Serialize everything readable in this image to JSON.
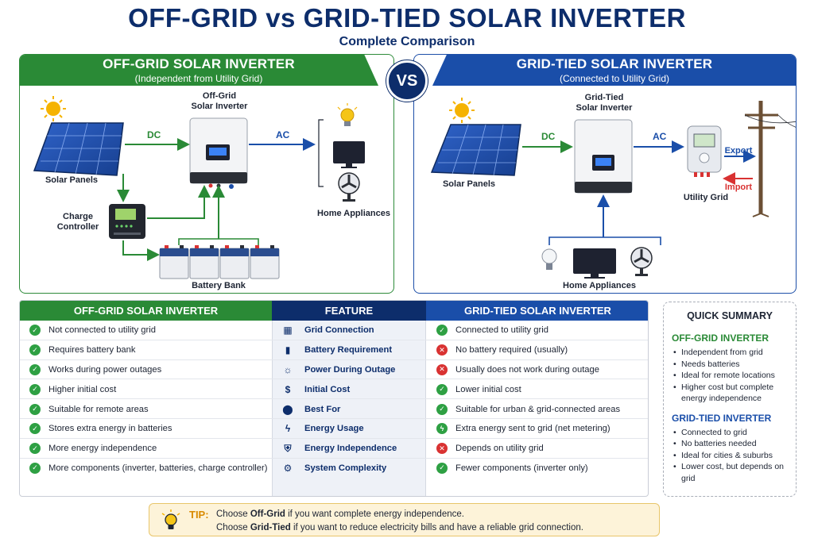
{
  "title": "OFF-GRID vs GRID-TIED SOLAR INVERTER",
  "subtitle": "Complete Comparison",
  "vs": "VS",
  "off_grid_panel": {
    "title": "OFF-GRID SOLAR INVERTER",
    "subtitle": "(Independent from Utility Grid)",
    "inverter_label_1": "Off-Grid",
    "inverter_label_2": "Solar Inverter",
    "solar_panels": "Solar Panels",
    "charge_controller_1": "Charge",
    "charge_controller_2": "Controller",
    "battery_bank": "Battery Bank",
    "home_appliances": "Home Appliances",
    "dc": "DC",
    "ac": "AC"
  },
  "grid_tied_panel": {
    "title": "GRID-TIED SOLAR INVERTER",
    "subtitle": "(Connected to Utility Grid)",
    "inverter_label_1": "Grid-Tied",
    "inverter_label_2": "Solar Inverter",
    "solar_panels": "Solar Panels",
    "utility_grid": "Utility Grid",
    "export": "Export",
    "import": "Import",
    "home_appliances": "Home Appliances",
    "dc": "DC",
    "ac": "AC"
  },
  "table": {
    "headers": {
      "off_grid": "OFF-GRID SOLAR INVERTER",
      "feature": "FEATURE",
      "grid_tied": "GRID-TIED SOLAR INVERTER"
    },
    "rows": [
      {
        "off_grid": "Not connected to utility grid",
        "feature": "Grid Connection",
        "feature_icon": "building-icon",
        "grid_tied": "Connected to utility grid",
        "grid_status": "check"
      },
      {
        "off_grid": "Requires battery bank",
        "feature": "Battery Requirement",
        "feature_icon": "battery-icon",
        "grid_tied": "No battery required (usually)",
        "grid_status": "cross"
      },
      {
        "off_grid": "Works during power outages",
        "feature": "Power During Outage",
        "feature_icon": "lightbulb-icon",
        "grid_tied": "Usually does not work during outage",
        "grid_status": "cross"
      },
      {
        "off_grid": "Higher initial cost",
        "feature": "Initial Cost",
        "feature_icon": "dollar-icon",
        "grid_tied": "Lower initial cost",
        "grid_status": "check"
      },
      {
        "off_grid": "Suitable for remote areas",
        "feature": "Best For",
        "feature_icon": "location-pin-icon",
        "grid_tied": "Suitable for urban & grid-connected areas",
        "grid_status": "check"
      },
      {
        "off_grid": "Stores extra energy in batteries",
        "feature": "Energy Usage",
        "feature_icon": "lightning-icon",
        "grid_tied": "Extra energy sent to grid (net metering)",
        "grid_status": "bolt"
      },
      {
        "off_grid": "More energy independence",
        "feature": "Energy Independence",
        "feature_icon": "shield-icon",
        "grid_tied": "Depends on utility grid",
        "grid_status": "cross"
      },
      {
        "off_grid": "More components (inverter, batteries, charge controller)",
        "feature": "System Complexity",
        "feature_icon": "gear-icon",
        "grid_tied": "Fewer components (inverter only)",
        "grid_status": "check"
      }
    ]
  },
  "summary": {
    "title": "QUICK SUMMARY",
    "off_grid_heading": "OFF-GRID INVERTER",
    "off_grid_points": [
      "Independent from grid",
      "Needs batteries",
      "Ideal for remote locations",
      "Higher cost but complete energy independence"
    ],
    "grid_tied_heading": "GRID-TIED INVERTER",
    "grid_tied_points": [
      "Connected to grid",
      "No batteries needed",
      "Ideal for cities & suburbs",
      "Lower cost, but depends on grid"
    ]
  },
  "tip": {
    "label": "TIP:",
    "line1_pre": "Choose ",
    "line1_bold": "Off-Grid",
    "line1_post": " if you want complete energy independence.",
    "line2_pre": "Choose ",
    "line2_bold": "Grid-Tied",
    "line2_post": " if you want to reduce electricity bills and have a reliable grid connection."
  },
  "colors": {
    "off_grid_green": "#2a8a36",
    "grid_tied_blue": "#1a4ea9",
    "navy": "#0d2d6b",
    "check_green": "#2ea043",
    "cross_red": "#d93232",
    "tip_orange": "#d98a00"
  }
}
